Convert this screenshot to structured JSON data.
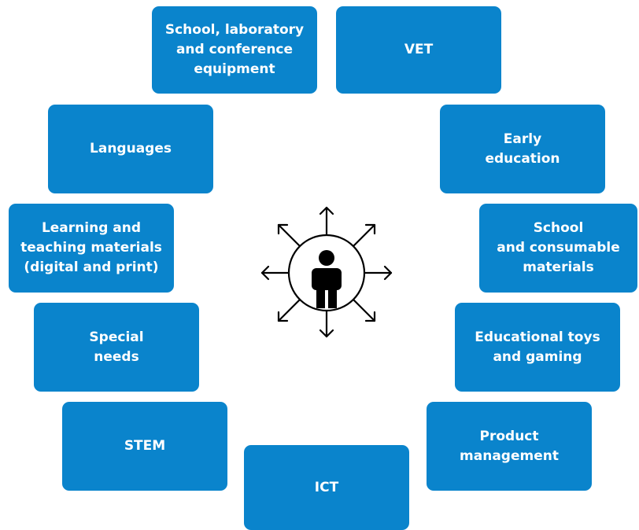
{
  "colors": {
    "box_fill": "#0a84cc",
    "box_text": "#ffffff",
    "icon": "#000000"
  },
  "center_icon": "person-with-outward-arrows-icon",
  "boxes": {
    "school_lab_conference": "School, laboratory\nand conference\nequipment",
    "vet": "VET",
    "languages": "Languages",
    "early_education": "Early\neducation",
    "learning_teaching_materials": "Learning and\nteaching materials\n(digital and print)",
    "school_consumable_materials": "School\nand consumable\nmaterials",
    "special_needs": "Special\nneeds",
    "educational_toys_gaming": "Educational toys\nand gaming",
    "stem": "STEM",
    "product_management": "Product\nmanagement",
    "ict": "ICT"
  }
}
